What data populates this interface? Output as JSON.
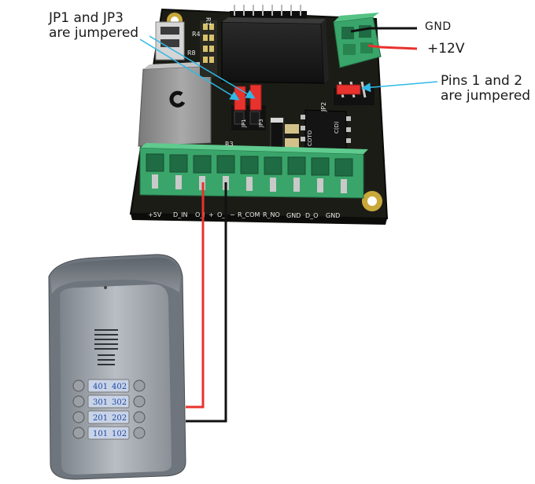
{
  "annotations": {
    "jumper_note_line1": "JP1 and JP3",
    "jumper_note_line2": "are jumpered",
    "pins_note_line1": "Pins 1 and 2",
    "pins_note_line2": "are jumpered",
    "gnd_label": "GND",
    "v12_label": "+12V"
  },
  "terminal_labels": [
    "+5V",
    "D_IN",
    "O_I",
    "+",
    "O_I",
    "−",
    "R_COM",
    "R_NO",
    "GND",
    "D_O",
    "GND"
  ],
  "silkscreen": {
    "r4": "R4",
    "r8": "R8",
    "r3": "R3",
    "r7": "R7",
    "jp1": "JP1",
    "jp3": "JP3",
    "jp2": "JP2",
    "ic": "COTO",
    "cd": "C(D)"
  },
  "panel_buttons": [
    [
      "401",
      "402"
    ],
    [
      "301",
      "302"
    ],
    [
      "201",
      "202"
    ],
    [
      "101",
      "102"
    ]
  ],
  "colors": {
    "pcb": "#1c1c16",
    "terminal_green": "#3aa56a",
    "jumper_red": "#e8322e",
    "wire_red": "#e8322e",
    "wire_black": "#111111",
    "annotation_cyan": "#2fb8e6",
    "pad_gold": "#c9a83a"
  }
}
